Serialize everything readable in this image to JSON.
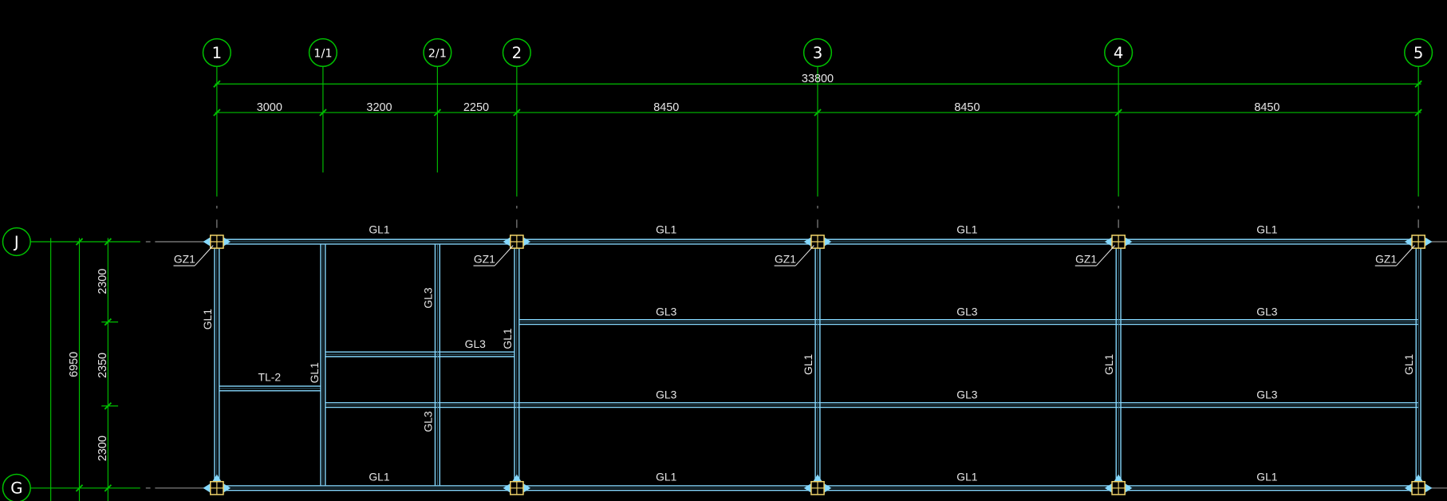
{
  "colors": {
    "background": "#000000",
    "grid": "#00c000",
    "beam": "#86d9ff",
    "column": "#f2d46a",
    "text": "#e6e6e6"
  },
  "axes_x": [
    "1",
    "1/1",
    "2/1",
    "2",
    "3",
    "4",
    "5"
  ],
  "axes_y": [
    "J",
    "G"
  ],
  "dims_top": {
    "overall": "33800",
    "segments": [
      "3000",
      "3200",
      "2250",
      "8450",
      "8450",
      "8450"
    ]
  },
  "dims_left": {
    "overall": "6950",
    "segments": [
      "2300",
      "2350",
      "2300"
    ]
  },
  "beam_labels": {
    "top": [
      "GL1",
      "GL1",
      "GL1",
      "GL1"
    ],
    "bottom": [
      "GL1",
      "GL1",
      "GL1",
      "GL1"
    ],
    "row_a": [
      "GL3",
      "GL3",
      "GL3"
    ],
    "row_b": [
      "GL3",
      "GL3",
      "GL3"
    ],
    "verticals": [
      "GL1",
      "GL1",
      "GL1",
      "GL1",
      "GL1"
    ],
    "inner": {
      "v_1_1": "GL1",
      "v_2_1_upper": "GL3",
      "v_2_1_lower": "GL3",
      "h_upper": "GL3",
      "tl": "TL-2"
    }
  },
  "column_labels": [
    "GZ1",
    "GZ1",
    "GZ1",
    "GZ1",
    "GZ1"
  ]
}
